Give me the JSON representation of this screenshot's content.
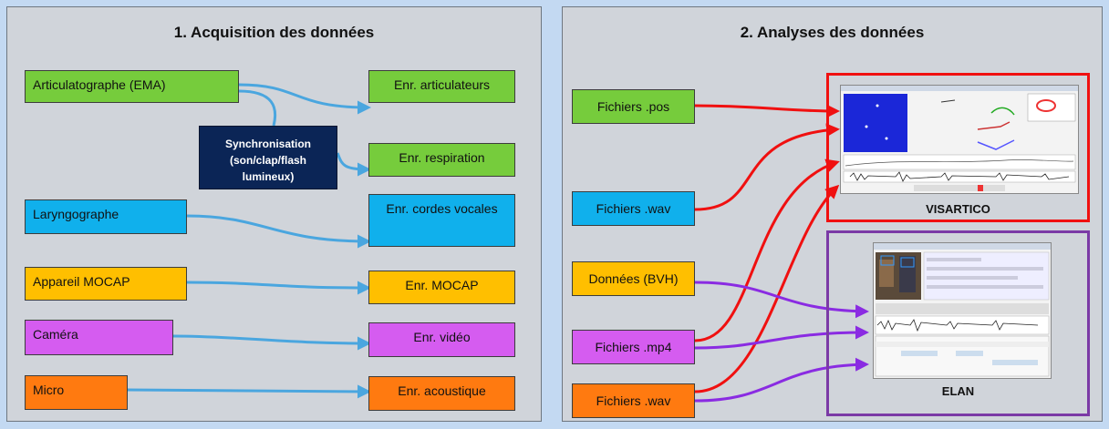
{
  "acquisition": {
    "title": "1. Acquisition des données",
    "sources": {
      "ema": "Articulatographe (EMA)",
      "laryngo": "Laryngographe",
      "mocap": "Appareil MOCAP",
      "camera": "Caméra",
      "micro": "Micro"
    },
    "sync": [
      "Synchronisation",
      "(son/clap/flash",
      "lumineux)"
    ],
    "recordings": {
      "articulateurs": "Enr. articulateurs",
      "respiration": "Enr. respiration",
      "cordes": "Enr. cordes vocales",
      "mocap": "Enr. MOCAP",
      "video": "Enr. vidéo",
      "acoustique": "Enr. acoustique"
    }
  },
  "analyse": {
    "title": "2. Analyses des données",
    "files": {
      "pos": "Fichiers .pos",
      "wav1": "Fichiers .wav",
      "bvh": "Données (BVH)",
      "mp4": "Fichiers .mp4",
      "wav2": "Fichiers .wav"
    },
    "tools": {
      "visartico": "VISARTICO",
      "elan": "ELAN"
    }
  },
  "colors": {
    "green": "#76cc3c",
    "blue": "#10b0ec",
    "yellow": "#ffbf00",
    "magenta": "#d55cf0",
    "orange": "#ff7a10",
    "sync": "#0b2556",
    "arrow_blue": "#4aa6df",
    "arrow_red": "#f01010",
    "arrow_purple": "#8a2be2"
  }
}
